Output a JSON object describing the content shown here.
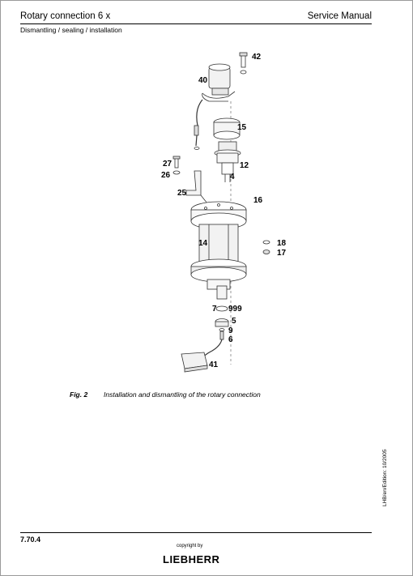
{
  "header": {
    "title": "Rotary connection 6 x",
    "manual": "Service Manual",
    "subtitle": "Dismantling / sealing / installation"
  },
  "figure": {
    "number": "Fig. 2",
    "caption": "Installation and dismantling of the rotary connection",
    "callouts": {
      "c42": "42",
      "c40": "40",
      "c15": "15",
      "c12": "12",
      "c27": "27",
      "c26": "26",
      "c4": "4",
      "c25": "25",
      "c16": "16",
      "c14": "14",
      "c18": "18",
      "c17": "17",
      "c7": "7",
      "c999": "999",
      "c5": "5",
      "c9": "9",
      "c6": "6",
      "c41": "41"
    }
  },
  "side_note": "LHB/en/Edition: 10/2005",
  "footer": {
    "page": "7.70.4",
    "copyright": "copyright by",
    "brand": "LIEBHERR"
  }
}
